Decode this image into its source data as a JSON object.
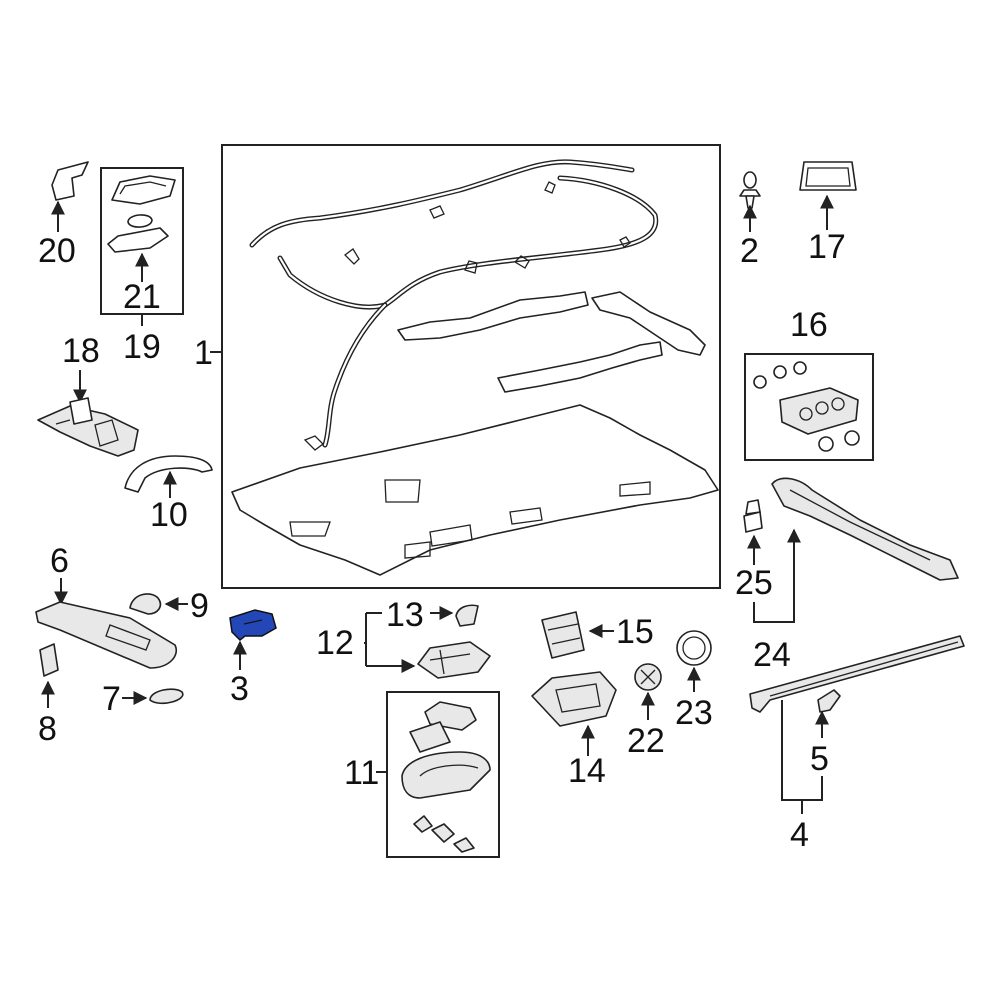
{
  "diagram": {
    "highlight_color": "#2447b8",
    "callouts": {
      "c1": "1",
      "c2": "2",
      "c3": "3",
      "c4": "4",
      "c5": "5",
      "c6": "6",
      "c7": "7",
      "c8": "8",
      "c9": "9",
      "c10": "10",
      "c11": "11",
      "c12": "12",
      "c13": "13",
      "c14": "14",
      "c15": "15",
      "c16": "16",
      "c17": "17",
      "c18": "18",
      "c19": "19",
      "c20": "20",
      "c21": "21",
      "c22": "22",
      "c23": "23",
      "c24": "24",
      "c25": "25"
    }
  }
}
